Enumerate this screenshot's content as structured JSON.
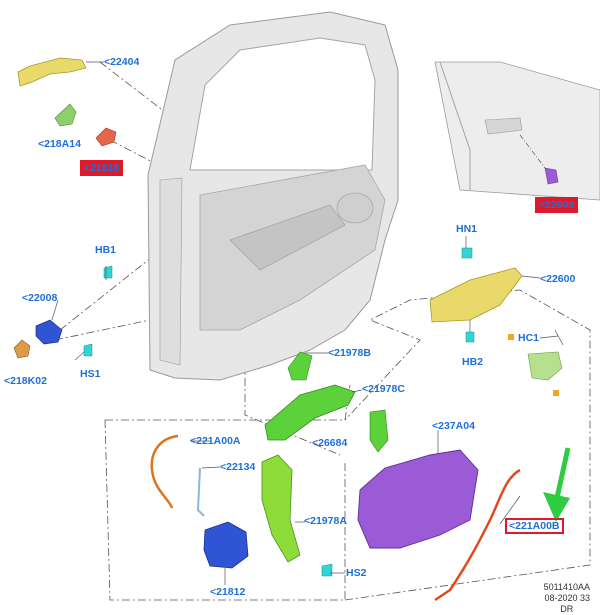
{
  "labels": {
    "l22404": "<22404",
    "l218A14": "<218A14",
    "l21818_hidden": "<21818",
    "hb1": "HB1",
    "l22008": "<22008",
    "l218K02": "<218K02",
    "hs1": "HS1",
    "l21978B": "<21978B",
    "l21978C": "<21978C",
    "l26684": "<26684",
    "l221A00A": "<221A00A",
    "l22134": "<22134",
    "l21978A": "<21978A",
    "hs2": "HS2",
    "l21812": "<21812",
    "l237A04": "<237A04",
    "l221A00B": "<221A00B",
    "hn1": "HN1",
    "l22600": "<22600",
    "hb2": "HB2",
    "hc1": "HC1",
    "inset_label": "<22600"
  },
  "footer": {
    "line1": "5011410AA",
    "line2": "08-2020 33",
    "line3": "DR"
  },
  "colors": {
    "label_blue": "#1e6fd9",
    "highlight_red": "#e0182a",
    "arrow_green": "#2ecc40",
    "handle_yellow": "#e8d96a",
    "module_green": "#5cd13a",
    "lock_blue": "#2f55d4",
    "trim_purple": "#9b5bd6",
    "cable_orange": "#e0731e"
  }
}
